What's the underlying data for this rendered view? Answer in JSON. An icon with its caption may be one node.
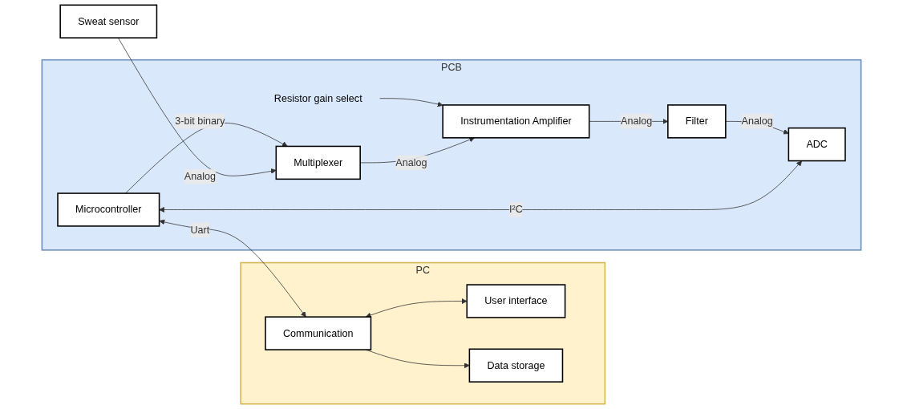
{
  "diagram": {
    "nodes": [
      {
        "text": [
          "PC"
        ]
      },
      {
        "text": [
          "User interface"
        ],
        "in": 0
      },
      {
        "text": [
          "Data storage"
        ],
        "in": 0
      },
      {
        "text": [
          "Communication"
        ],
        "in": 0
      },
      {
        "text": [
          "PCB"
        ]
      },
      {
        "text": [
          "Microcontroller"
        ],
        "in": 4
      },
      {
        "text": [
          "Resistor gain select"
        ],
        "in": 4
      },
      {
        "text": [
          "Multiplexer"
        ],
        "in": 4
      },
      {
        "text": [
          "Instrumentation Amplifier"
        ],
        "in": 4
      },
      {
        "text": [
          "Filter"
        ],
        "in": 4
      },
      {
        "text": [
          "ADC"
        ],
        "in": 4
      },
      {
        "text": [
          "Sweat sensor"
        ]
      }
    ],
    "edges": [
      {
        "from": 3,
        "to": 1,
        "arrow": "both"
      },
      {
        "from": 3,
        "to": 2,
        "arrow": "to"
      },
      {
        "from": 5,
        "to": 3,
        "arrow": "both",
        "label": "Uart"
      },
      {
        "from": 5,
        "to": 7,
        "arrow": "to",
        "label": "3-bit binary"
      },
      {
        "from": 6,
        "to": 8,
        "arrow": "to"
      },
      {
        "from": 11,
        "to": 7,
        "arrow": "to",
        "label": "Analog"
      },
      {
        "from": 7,
        "to": 8,
        "arrow": "to",
        "label": "Analog"
      },
      {
        "from": 8,
        "to": 9,
        "arrow": "to",
        "label": "Analog"
      },
      {
        "from": 9,
        "to": 10,
        "arrow": "to",
        "label": "Analog"
      },
      {
        "from": 10,
        "to": 5,
        "arrow": "both",
        "label": "I²C"
      }
    ]
  }
}
